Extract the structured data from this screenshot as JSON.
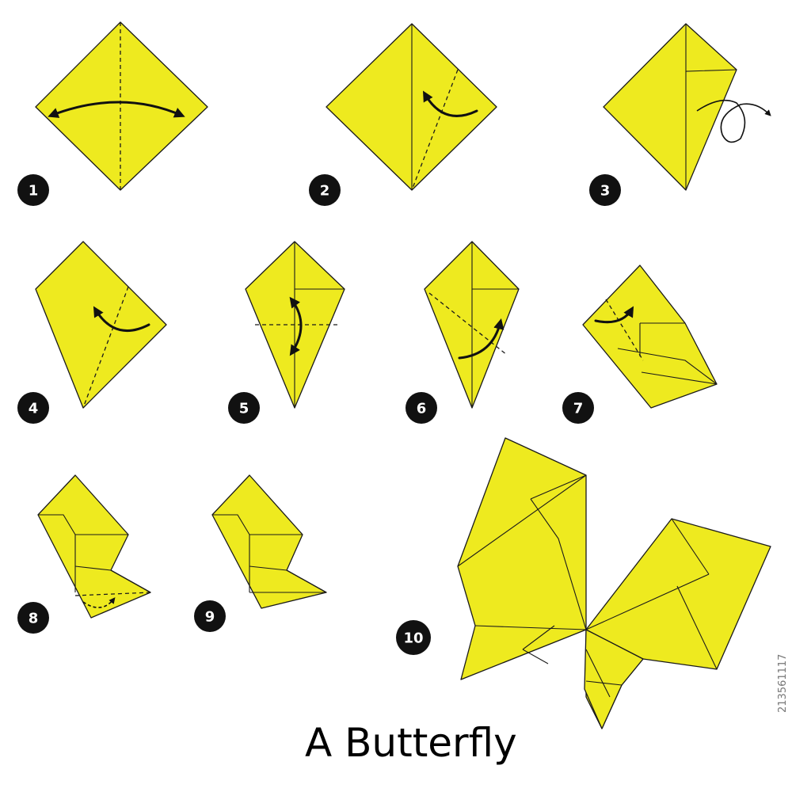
{
  "steps": [
    {
      "number": "1"
    },
    {
      "number": "2"
    },
    {
      "number": "3"
    },
    {
      "number": "4"
    },
    {
      "number": "5"
    },
    {
      "number": "6"
    },
    {
      "number": "7"
    },
    {
      "number": "8"
    },
    {
      "number": "9"
    },
    {
      "number": "10"
    }
  ],
  "title": "A Butterfly",
  "credit_id": "213561117",
  "colors": {
    "paper": "#eeea1f",
    "outline": "#1a1a1a",
    "badge": "#111111"
  }
}
